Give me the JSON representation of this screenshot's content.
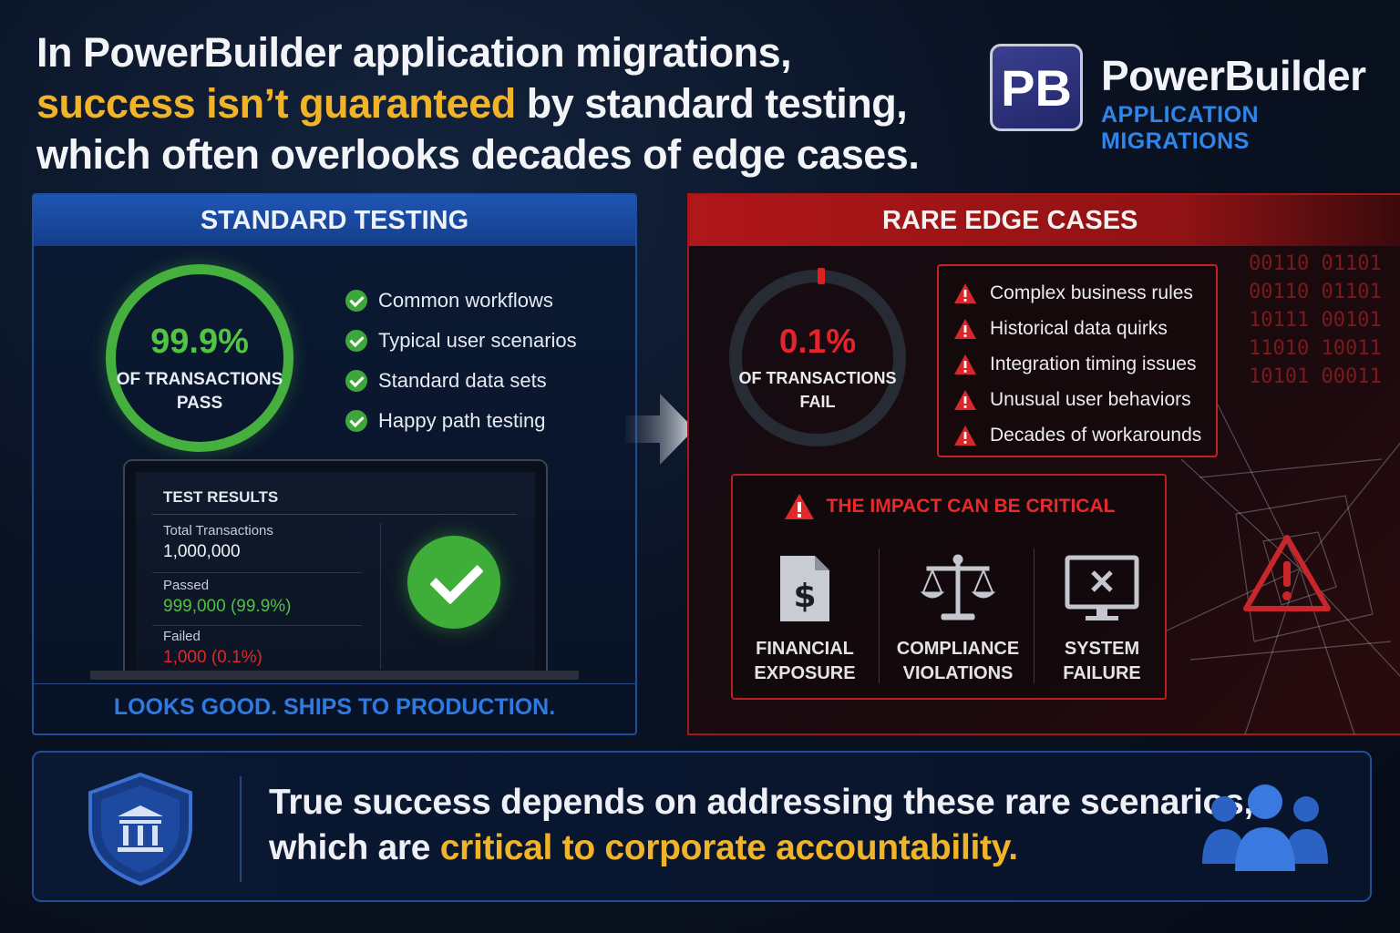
{
  "headline": {
    "line1": "In PowerBuilder application migrations,",
    "line2_highlight": "success isn’t guaranteed",
    "line2_rest": " by standard testing,",
    "line3": "which often overlooks decades of edge cases."
  },
  "brand": {
    "logo_text": "PB",
    "name": "PowerBuilder",
    "subtitle": "APPLICATION MIGRATIONS"
  },
  "standard_testing": {
    "title": "STANDARD TESTING",
    "percent": "99.9%",
    "caption_line1": "OF TRANSACTIONS",
    "caption_line2": "PASS",
    "ring_fill_fraction": 0.999,
    "items": [
      "Common workflows",
      "Typical user scenarios",
      "Standard data sets",
      "Happy path testing"
    ],
    "test_results": {
      "title": "TEST RESULTS",
      "total_label": "Total Transactions",
      "total_value": "1,000,000",
      "passed_label": "Passed",
      "passed_value": "999,000 (99.9%)",
      "failed_label": "Failed",
      "failed_value": "1,000 (0.1%)"
    },
    "footer": "LOOKS GOOD. SHIPS TO PRODUCTION."
  },
  "edge_cases": {
    "title": "RARE EDGE CASES",
    "percent": "0.1%",
    "caption_line1": "OF TRANSACTIONS",
    "caption_line2": "FAIL",
    "ring_fill_fraction": 0.001,
    "items": [
      "Complex business rules",
      "Historical data quirks",
      "Integration timing issues",
      "Unusual user behaviors",
      "Decades of workarounds"
    ],
    "impact": {
      "title": "THE IMPACT CAN BE CRITICAL",
      "items": [
        {
          "icon": "dollar-document-icon",
          "line1": "FINANCIAL",
          "line2": "EXPOSURE"
        },
        {
          "icon": "scales-icon",
          "line1": "COMPLIANCE",
          "line2": "VIOLATIONS"
        },
        {
          "icon": "monitor-x-icon",
          "line1": "SYSTEM",
          "line2": "FAILURE"
        }
      ]
    },
    "binary_lines": [
      "00110 01101",
      "00110 01101",
      "10111 00101",
      "11010 10011",
      "10101 00011"
    ]
  },
  "bottom": {
    "line1": "True success depends on addressing these rare scenarios,",
    "line2_prefix": "which are ",
    "line2_highlight": "critical to corporate accountability."
  },
  "colors": {
    "accent_yellow": "#f1b428",
    "pass_green": "#45b03d",
    "fail_red": "#e3242b",
    "brand_blue": "#2f86e8"
  }
}
